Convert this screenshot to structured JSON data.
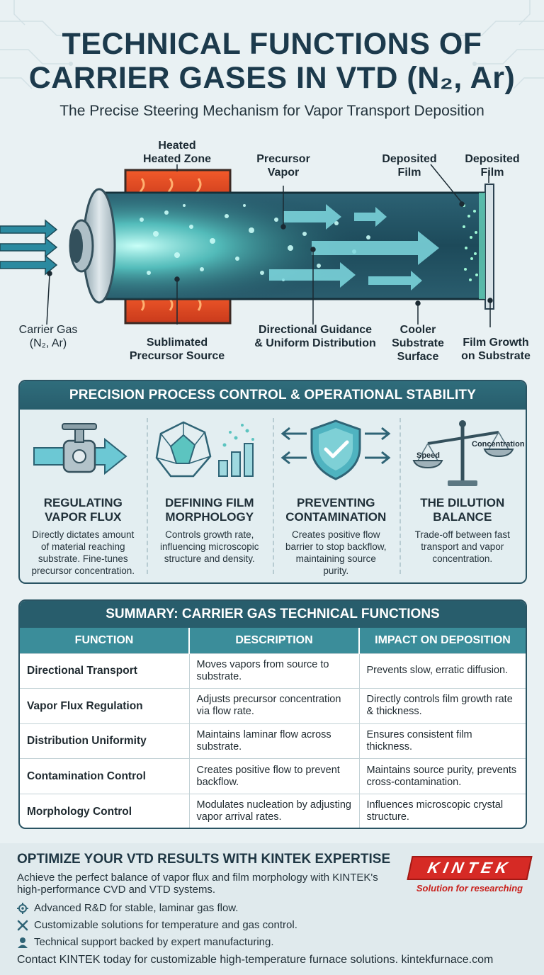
{
  "header": {
    "title_line1": "TECHNICAL FUNCTIONS OF",
    "title_line2": "CARRIER GASES IN VTD (N₂, Ar)",
    "subtitle": "The Precise Steering Mechanism for Vapor Transport Deposition"
  },
  "diagram": {
    "labels": {
      "heated_zone": [
        "Heated",
        "Heated Zone"
      ],
      "precursor_vapor": [
        "Precursor",
        "Vapor"
      ],
      "deposited_film_a": [
        "Deposited",
        "Film"
      ],
      "deposited_film_b": [
        "Deposited",
        "Film"
      ],
      "carrier_gas": [
        "Carrier Gas",
        "(N₂, Ar)"
      ],
      "sublimated_source": [
        "Sublimated",
        "Precursor Source"
      ],
      "directional_guidance": [
        "Directional Guidance",
        "& Uniform Distribution"
      ],
      "cooler_substrate": [
        "Cooler",
        "Substrate",
        "Surface"
      ],
      "film_growth": [
        "Film Growth",
        "on Substrate"
      ]
    },
    "colors": {
      "tube": "#1f5566",
      "heater": "#e24a2a",
      "glow": "#7ff0ea"
    }
  },
  "panel": {
    "title": "PRECISION PROCESS CONTROL & OPERATIONAL STABILITY",
    "columns": [
      {
        "icon": "valve-icon",
        "title": [
          "REGULATING",
          "VAPOR FLUX"
        ],
        "desc": [
          "Directly dictates amount",
          "of material reaching",
          "substrate. Fine-tunes",
          "precursor concentration."
        ]
      },
      {
        "icon": "crystal-icon",
        "title": [
          "DEFINING FILM",
          "MORPHOLOGY"
        ],
        "desc": [
          "Controls growth rate,",
          "influencing microscopic",
          "structure and density."
        ]
      },
      {
        "icon": "shield-check-icon",
        "title": [
          "PREVENTING",
          "CONTAMINATION"
        ],
        "desc": [
          "Creates positive flow",
          "barrier to stop backflow,",
          "maintaining source",
          "purity."
        ]
      },
      {
        "icon": "balance-scale-icon",
        "title": [
          "THE DILUTION",
          "BALANCE"
        ],
        "desc": [
          "Trade-off between fast",
          "transport and vapor",
          "concentration."
        ],
        "scale_labels": {
          "left": "Speed",
          "right": "Concentration"
        }
      }
    ]
  },
  "summary": {
    "title": "SUMMARY: CARRIER GAS TECHNICAL FUNCTIONS",
    "headers": [
      "FUNCTION",
      "DESCRIPTION",
      "IMPACT ON DEPOSITION"
    ],
    "rows": [
      [
        "Directional Transport",
        "Moves vapors from source to substrate.",
        "Prevents slow, erratic diffusion."
      ],
      [
        "Vapor Flux Regulation",
        "Adjusts precursor concentration via flow rate.",
        "Directly controls film growth rate & thickness."
      ],
      [
        "Distribution Uniformity",
        "Maintains laminar flow across substrate.",
        "Ensures consistent film thickness."
      ],
      [
        "Contamination Control",
        "Creates positive flow to prevent backflow.",
        "Maintains source purity, prevents cross-contamination."
      ],
      [
        "Morphology Control",
        "Modulates nucleation by adjusting vapor arrival rates.",
        "Influences microscopic crystal structure."
      ]
    ]
  },
  "footer": {
    "cta_title": "OPTIMIZE YOUR VTD RESULTS WITH KINTEK EXPERTISE",
    "cta_text": "Achieve the perfect balance of vapor flux and film morphology with KINTEK's high-performance CVD and VTD systems.",
    "bullets": [
      {
        "icon": "gear-icon",
        "text": "Advanced R&D for stable, laminar gas flow."
      },
      {
        "icon": "tools-icon",
        "text": "Customizable solutions for temperature and gas control."
      },
      {
        "icon": "support-icon",
        "text": "Technical support backed by expert manufacturing."
      }
    ],
    "contact": "Contact KINTEK today for customizable high-temperature furnace solutions. kintekfurnace.com",
    "logo": {
      "word": "KINTEK",
      "tagline": "Solution for researching",
      "color": "#d62a25"
    }
  }
}
